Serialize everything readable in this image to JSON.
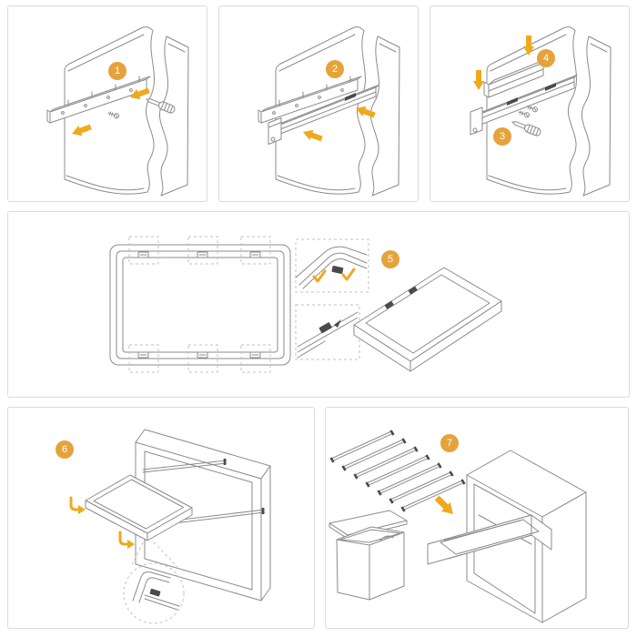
{
  "theme": {
    "background": "#ffffff",
    "panel_border": "#dbdbdb",
    "line_color": "#8b8b8b",
    "dark_color": "#4a4a4a",
    "dashed_color": "#c2c2c2",
    "badge_color": "#e6a33c",
    "badge_text_color": "#ffffff",
    "arrow_color": "#f0a81d"
  },
  "sheet": {
    "visible_text": [
      "1",
      "2",
      "3",
      "4",
      "5",
      "6",
      "7"
    ]
  },
  "steps": [
    {
      "number": "1",
      "illustration": "mounting-bracket-on-cabinet-side-panel",
      "icons": [
        "cabinet-side-panel",
        "mounting-bracket",
        "screw",
        "screwdriver",
        "arrow",
        "arrow"
      ]
    },
    {
      "number": "2",
      "illustration": "slide-rail-clipped-onto-bracket",
      "icons": [
        "cabinet-side-panel",
        "mounting-bracket",
        "slide-rail",
        "arrow",
        "arrow"
      ]
    },
    {
      "number": "3",
      "illustration": "rail-fixed-with-screws",
      "icons": [
        "cabinet-side-panel",
        "slide-rail",
        "screw",
        "screw",
        "screwdriver"
      ]
    },
    {
      "number": "4",
      "illustration": "cover-profile-placed-over-rail",
      "icons": [
        "cover-profile",
        "down-arrow",
        "down-arrow"
      ]
    },
    {
      "number": "5",
      "illustration": "frame-clip-positions-with-detail-callouts-and-3d-frame",
      "icons": [
        "frame-top-view",
        "clip",
        "dashed-callout",
        "corner-clip-detail",
        "rail-clip-detail",
        "check-mark",
        "check-mark",
        "frame-3d-view"
      ],
      "clip_positions": 6,
      "check_marks": 2
    },
    {
      "number": "6",
      "illustration": "frame-mounted-on-extended-cabinet-rails",
      "icons": [
        "cabinet",
        "slide-rails",
        "pull-out-frame",
        "hook-arrow",
        "hook-arrow",
        "magnifier-circle"
      ]
    },
    {
      "number": "7",
      "illustration": "insert-rail-set-and-basket-into-frame",
      "icons": [
        "rail-set",
        "basket-with-lid",
        "cabinet",
        "pull-out-frame",
        "arrow"
      ],
      "rail_count": 7
    }
  ]
}
